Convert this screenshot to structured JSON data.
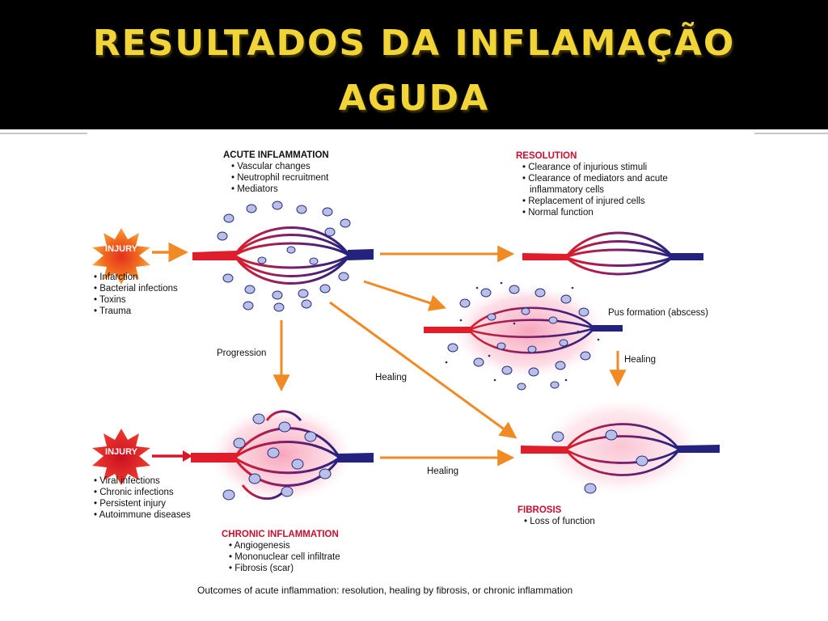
{
  "title_line1": "RESULTADOS DA INFLAMAÇÃO",
  "title_line2": "AGUDA",
  "acute": {
    "heading": "ACUTE INFLAMMATION",
    "bullets": [
      "• Vascular changes",
      "• Neutrophil recruitment",
      "• Mediators"
    ]
  },
  "injury_acute": {
    "label": "INJURY",
    "bullets": [
      "• Infarction",
      "• Bacterial infections",
      "• Toxins",
      "• Trauma"
    ]
  },
  "resolution": {
    "heading": "RESOLUTION",
    "bullets": [
      "• Clearance of injurious stimuli",
      "• Clearance of mediators and acute",
      "inflammatory cells",
      "• Replacement of injured cells",
      "• Normal function"
    ]
  },
  "pus_label": "Pus formation (abscess)",
  "progression_label": "Progression",
  "healing_labels": [
    "Healing",
    "Healing",
    "Healing"
  ],
  "injury_chronic": {
    "label": "INJURY",
    "bullets": [
      "• Viral infections",
      "• Chronic infections",
      "• Persistent injury",
      "• Autoimmune diseases"
    ]
  },
  "chronic": {
    "heading": "CHRONIC INFLAMMATION",
    "bullets": [
      "• Angiogenesis",
      "• Mononuclear cell infiltrate",
      "• Fibrosis (scar)"
    ]
  },
  "fibrosis": {
    "heading": "FIBROSIS",
    "bullets": [
      "• Loss of function"
    ]
  },
  "caption": "Outcomes of acute inflammation: resolution, healing by fibrosis, or chronic inflammation",
  "colors": {
    "title": "#f1d437",
    "arrow": "#f08a24",
    "red_heading": "#c8102e",
    "artery": "#d0202a",
    "vein": "#2a2a8c"
  }
}
